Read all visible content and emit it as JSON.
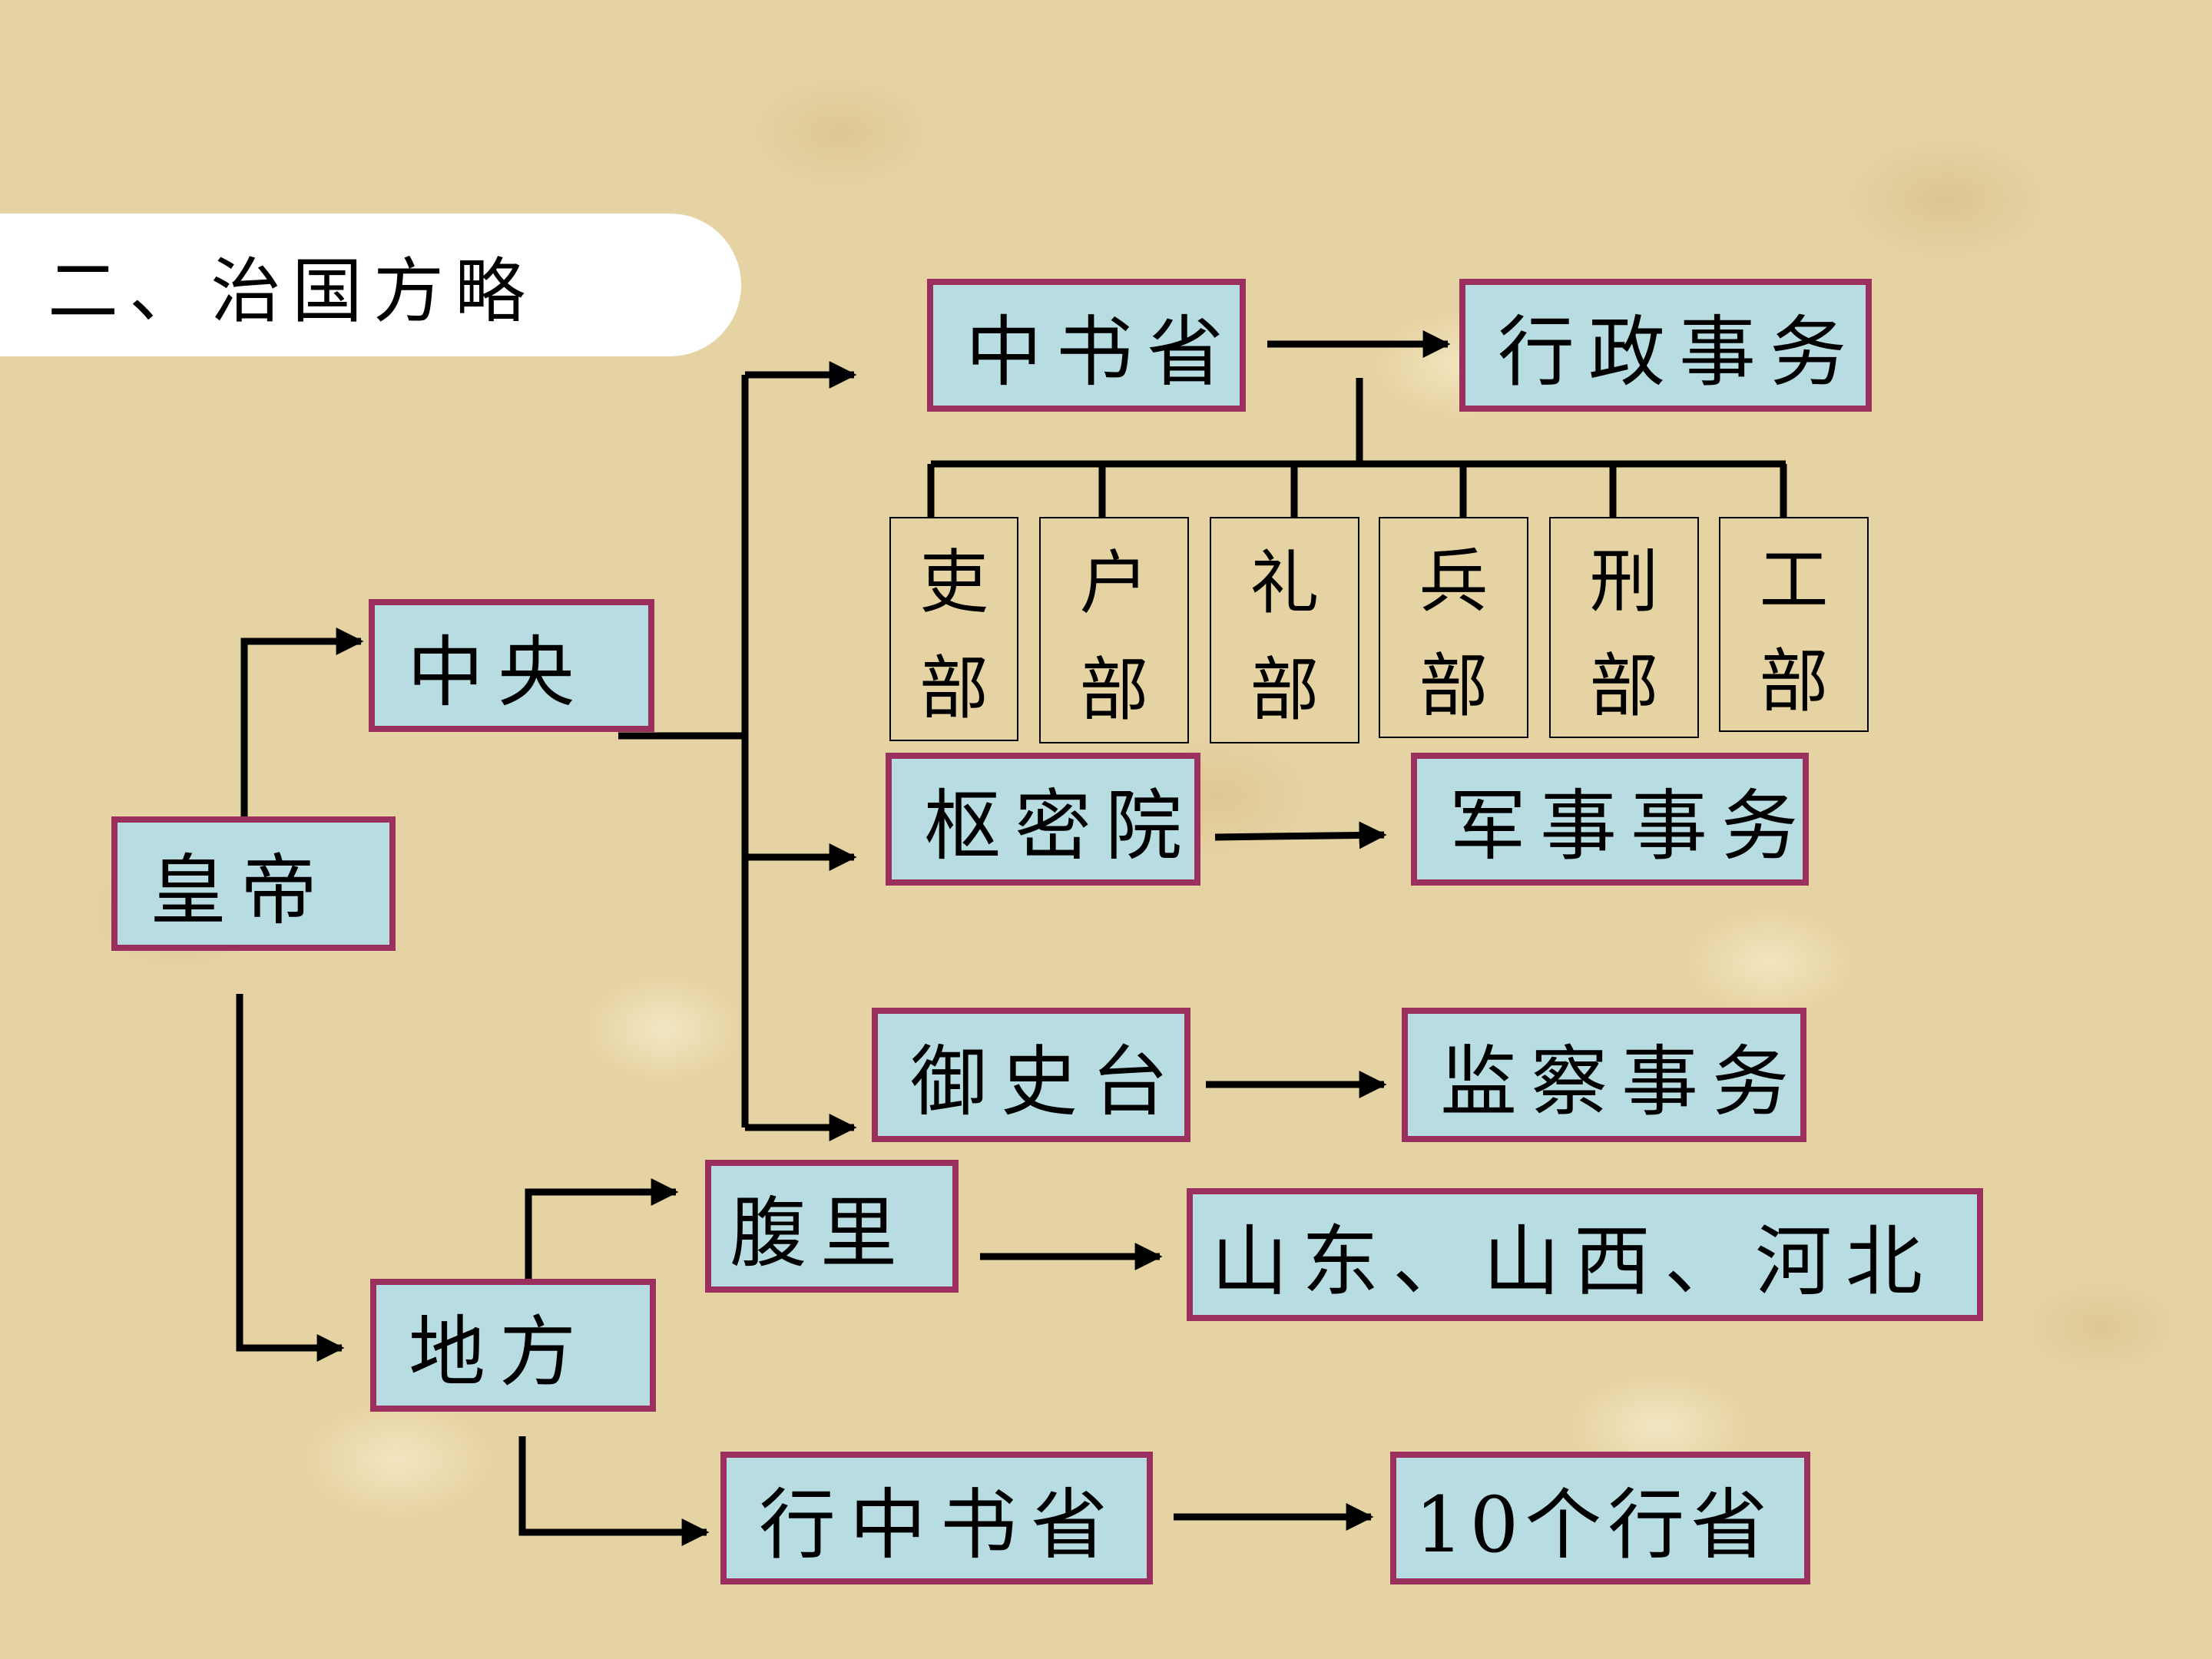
{
  "title": "二、治国方略",
  "nodes": {
    "emperor": "皇帝",
    "central": "中央",
    "local": "地方",
    "zhongshu": "中书省",
    "admin_affairs": "行政事务",
    "shumi": "枢密院",
    "military_affairs": "军事事务",
    "yushi": "御史台",
    "supervision_affairs": "监察事务",
    "fuli": "腹里",
    "fuli_regions": "山东、山西、河北",
    "xingzhongshu": "行中书省",
    "provinces": "10个行省"
  },
  "ministries": [
    {
      "top": "吏",
      "bottom": "部"
    },
    {
      "top": "户",
      "bottom": "部"
    },
    {
      "top": "礼",
      "bottom": "部"
    },
    {
      "top": "兵",
      "bottom": "部"
    },
    {
      "top": "刑",
      "bottom": "部"
    },
    {
      "top": "工",
      "bottom": "部"
    }
  ],
  "colors": {
    "box_fill": "#b7dde3",
    "box_border": "#9b2f5e",
    "line": "#000000"
  }
}
